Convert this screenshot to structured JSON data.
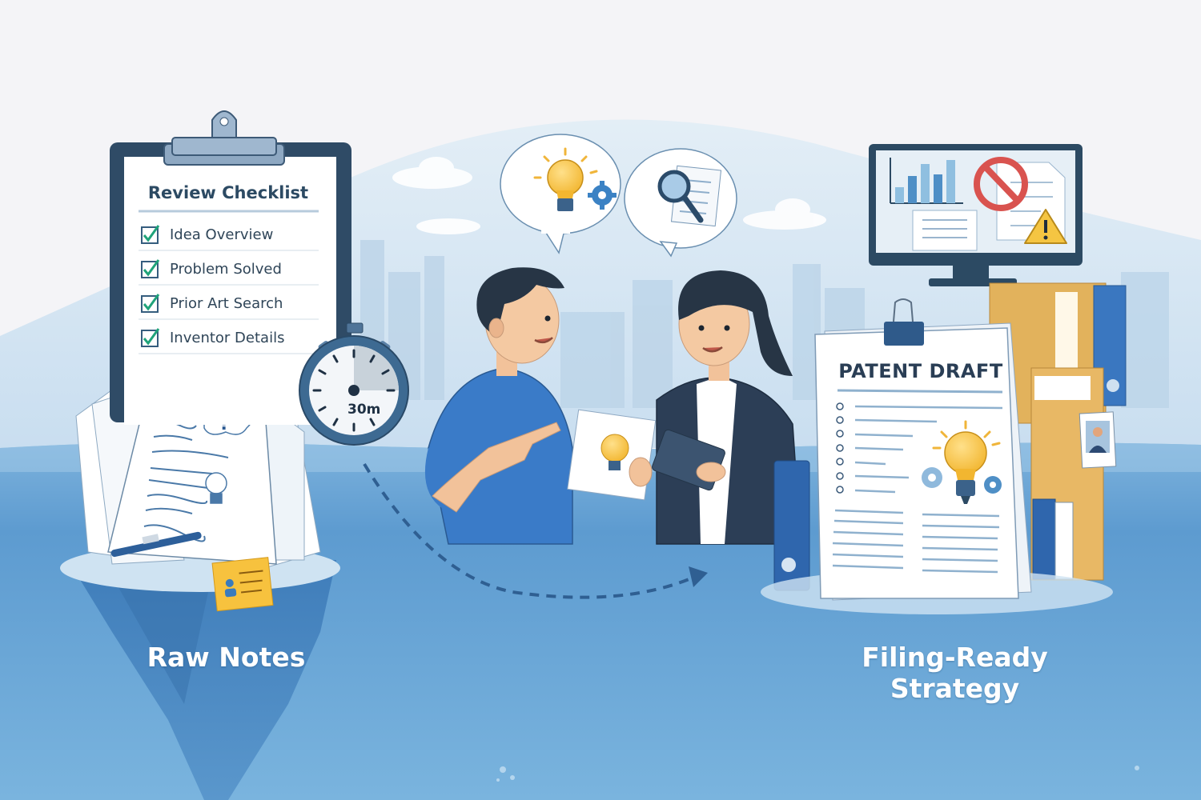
{
  "illustration": {
    "theme": "Invention review: from raw notes to filing-ready patent strategy",
    "colors": {
      "sky": "#f4f4f7",
      "haze": "#d6e6f1",
      "water_top": "#6fa8d6",
      "water_deep": "#3d7fc0",
      "navy": "#2c4a63",
      "accent_blue": "#2f6fb5",
      "bulb_yellow": "#f5c542",
      "check_green": "#1fa37a",
      "prohibit_red": "#d9534f",
      "folder_tan": "#e2b25c"
    }
  },
  "checklist": {
    "title": "Review Checklist",
    "items": [
      {
        "label": "Idea Overview",
        "checked": true
      },
      {
        "label": "Problem Solved",
        "checked": true
      },
      {
        "label": "Prior Art Search",
        "checked": true
      },
      {
        "label": "Inventor Details",
        "checked": true
      }
    ]
  },
  "timer": {
    "label": "30m",
    "elapsed_fraction": 0.25
  },
  "speech_bubbles": [
    {
      "icon": "lightbulb-gear-icon"
    },
    {
      "icon": "magnifier-document-icon"
    }
  ],
  "monitor": {
    "icons": [
      "bar-chart-icon",
      "prohibited-icon",
      "document-icon",
      "warning-icon"
    ],
    "bar_heights": [
      22,
      40,
      62,
      45,
      72
    ]
  },
  "patent_draft": {
    "title": "PATENT DRAFT",
    "bullet_count": 7
  },
  "captions": {
    "left": "Raw Notes",
    "right": "Filing-Ready Strategy"
  }
}
